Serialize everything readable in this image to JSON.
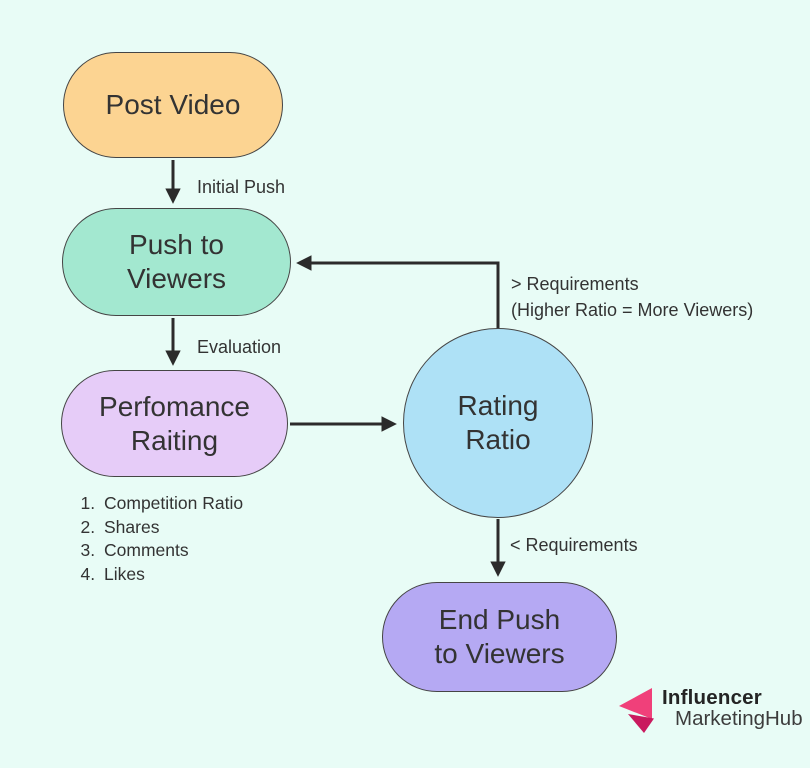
{
  "canvas": {
    "background": "#e8fcf6"
  },
  "nodes": {
    "post_video": {
      "label": "Post Video",
      "fill": "#fcd492"
    },
    "push_to_viewers": {
      "label": "Push to\nViewers",
      "fill": "#a3e8d0"
    },
    "performance_rating": {
      "label": "Perfomance\nRaiting",
      "fill": "#e6ccf8"
    },
    "rating_ratio": {
      "label": "Rating\nRatio",
      "fill": "#aee1f6"
    },
    "end_push": {
      "label": "End Push\nto Viewers",
      "fill": "#b5a9f3"
    }
  },
  "edge_labels": {
    "initial_push": "Initial Push",
    "evaluation": "Evaluation",
    "above_requirements": "> Requirements\n(Higher Ratio = More Viewers)",
    "below_requirements": "< Requirements"
  },
  "performance_factors": {
    "items": [
      "Competition Ratio",
      "Shares",
      "Comments",
      "Likes"
    ]
  },
  "edge_color": "#2b2b2b",
  "logo": {
    "line1": "Influencer",
    "line2": "MarketingHub",
    "icon_color_light": "#f0407a",
    "icon_color_dark": "#c9195e"
  }
}
